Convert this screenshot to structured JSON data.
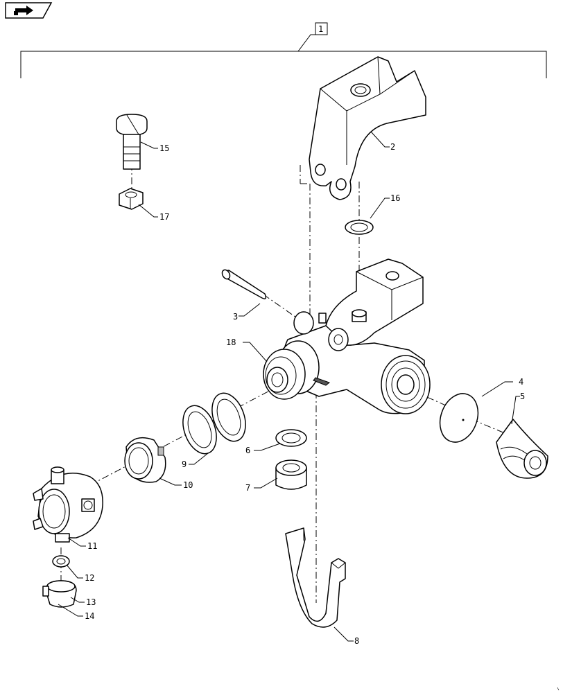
{
  "assembly": {
    "label": "1"
  },
  "callouts": {
    "c2": "2",
    "c3": "3",
    "c4": "4",
    "c5": "5",
    "c6": "6",
    "c7": "7",
    "c8": "8",
    "c9": "9",
    "c10": "10",
    "c11": "11",
    "c12": "12",
    "c13": "13",
    "c14": "14",
    "c15": "15",
    "c16": "16",
    "c17": "17",
    "c18": "18"
  },
  "nav_icon": "next-page-arrow-icon"
}
